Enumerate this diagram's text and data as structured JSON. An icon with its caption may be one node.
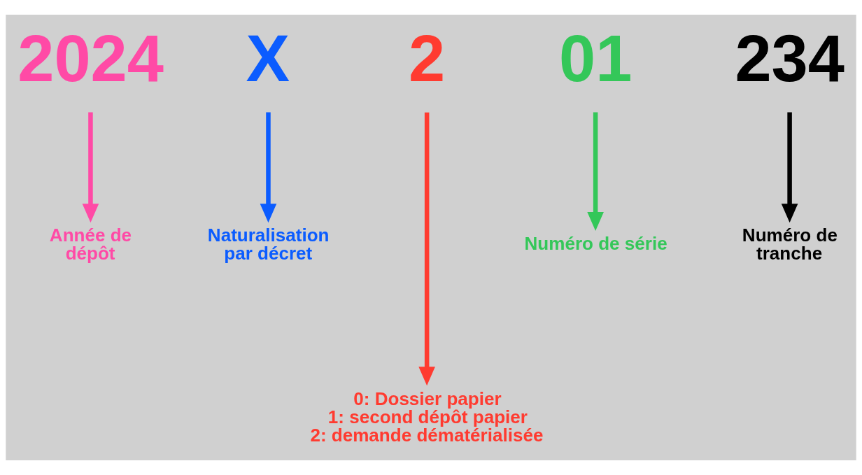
{
  "diagram": {
    "nodes": [
      {
        "text": [
          "2024"
        ]
      },
      {
        "text": [
          "X"
        ]
      },
      {
        "text": [
          "2"
        ]
      },
      {
        "text": [
          "01"
        ]
      },
      {
        "text": [
          "234"
        ]
      },
      {
        "text": [
          "Année de dépôt"
        ]
      },
      {
        "text": [
          "Naturalisation par décret"
        ]
      },
      {
        "text": [
          "0: Dossier papier",
          "1: second dépôt papier",
          "2: demande dématérialisée"
        ]
      },
      {
        "text": [
          "Numéro de série"
        ]
      },
      {
        "text": [
          "Numéro de tranche"
        ]
      }
    ],
    "edges": [
      {
        "from": 0,
        "to": 5,
        "arrow": "to",
        "color": "#ff4aa6"
      },
      {
        "from": 1,
        "to": 6,
        "arrow": "to",
        "color": "#0b5cff"
      },
      {
        "from": 2,
        "to": 7,
        "arrow": "to",
        "color": "#ff3b30"
      },
      {
        "from": 3,
        "to": 8,
        "arrow": "to",
        "color": "#34c759"
      },
      {
        "from": 4,
        "to": 9,
        "arrow": "to",
        "color": "#000000"
      }
    ]
  }
}
